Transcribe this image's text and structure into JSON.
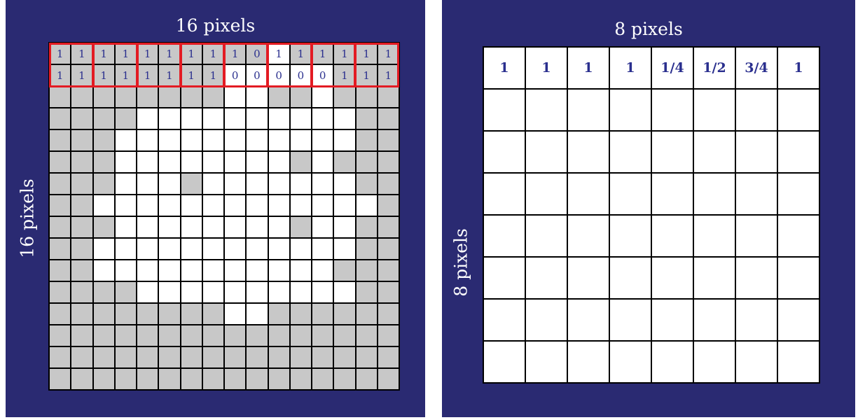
{
  "left": {
    "title": "16 pixels",
    "side_label": "16 pixels",
    "grid_rows": [
      "GGGGGGGGGGWGGGGG",
      "GGGGGGGGWWWWWGGG",
      "GGGGGGGGWWGGWGGG",
      "GGGGWWWWWWWWWWGG",
      "GGGWWWWWWWWWWWGG",
      "GGGWWWWWWWWGWGGG",
      "GGGWWWGWWWWWWWGG",
      "GGWWWWWWWWWWWWWG",
      "GGGWWWWWWWWGWWGG",
      "GGWWWWWWWWWWWWGG",
      "GGWWWWWWWWWWWGGG",
      "GGGGWWWWWWWWWWGG",
      "GGGGGGGGWWGGGGGG",
      "GGGGGGGGGGGGGGGG",
      "GGGGGGGGGGGGGGGG",
      "GGGGGGGGGGGGGGGG"
    ],
    "values": [
      [
        "1",
        "1",
        "1",
        "1",
        "1",
        "1",
        "1",
        "1",
        "1",
        "0",
        "1",
        "1",
        "1",
        "1",
        "1",
        "1"
      ],
      [
        "1",
        "1",
        "1",
        "1",
        "1",
        "1",
        "1",
        "1",
        "0",
        "0",
        "0",
        "0",
        "0",
        "1",
        "1",
        "1"
      ]
    ]
  },
  "right": {
    "title": "8 pixels",
    "side_label": "8 pixels",
    "values": [
      "1",
      "1",
      "1",
      "1",
      "1/4",
      "1/2",
      "3/4",
      "1"
    ]
  }
}
